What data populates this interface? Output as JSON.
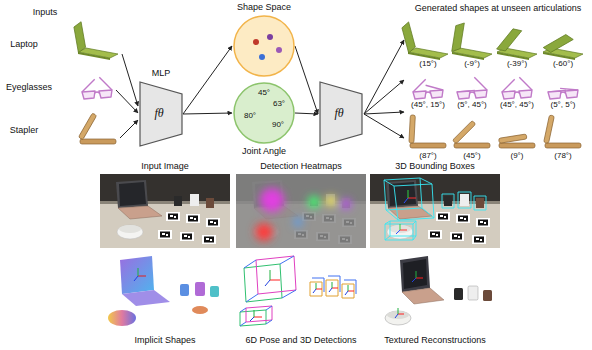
{
  "diagram": {
    "nodes": [
      {
        "text": [
          "MLP",
          "fθ"
        ]
      },
      {
        "text": [
          "Shape Space"
        ]
      },
      {
        "text": [
          "45°",
          "63°",
          "80°",
          "90°",
          "Joint Angle"
        ]
      },
      {
        "text": [
          "fθ"
        ]
      }
    ],
    "edges": [
      {
        "from": 0,
        "to": 1,
        "arrow": "to"
      },
      {
        "from": 0,
        "to": 2,
        "arrow": "to"
      },
      {
        "from": 1,
        "to": 3,
        "arrow": "to"
      },
      {
        "from": 2,
        "to": 3,
        "arrow": "to"
      }
    ],
    "labels": [
      "Inputs",
      "Laptop",
      "Eyeglasses",
      "Stapler",
      "Generated shapes at unseen articulations",
      "(15°)",
      "(-9°)",
      "(-39°)",
      "(-60°)",
      "(45°, 15°)",
      "(5°, 45°)",
      "(45°, 45°)",
      "(5°, 5°)",
      "(87°)",
      "(45°)",
      "(9°)",
      "(78°)",
      "Input Image",
      "Detection Heatmaps",
      "3D Bounding Boxes",
      "Implicit Shapes",
      "6D Pose and 3D Detections",
      "Textured Reconstructions"
    ]
  }
}
